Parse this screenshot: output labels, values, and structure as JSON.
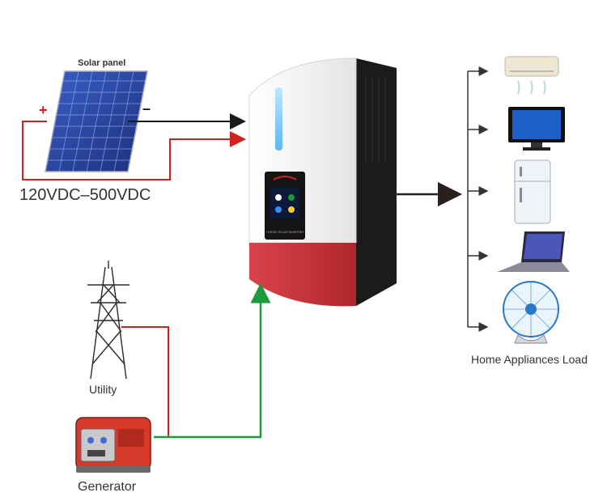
{
  "labels": {
    "solar_panel": "Solar panel",
    "voltage_range": "120VDC–500VDC",
    "utility": "Utility",
    "generator": "Generator",
    "home_appliances_load": "Home Appliances Load"
  },
  "polarity": {
    "positive": "+",
    "negative": "–"
  },
  "device_screen_text": "HYBRID SOLAR INVERTER",
  "appliances": [
    "air-conditioner",
    "television",
    "refrigerator",
    "laptop",
    "electric-fan"
  ],
  "colors": {
    "dc_positive": "#d21f1f",
    "dc_negative": "#1a1a1a",
    "ac_input": "#1f9a3a",
    "output": "#2a1e1e",
    "inverter_red": "#c8323a",
    "inverter_body": "#f2f2f2"
  }
}
